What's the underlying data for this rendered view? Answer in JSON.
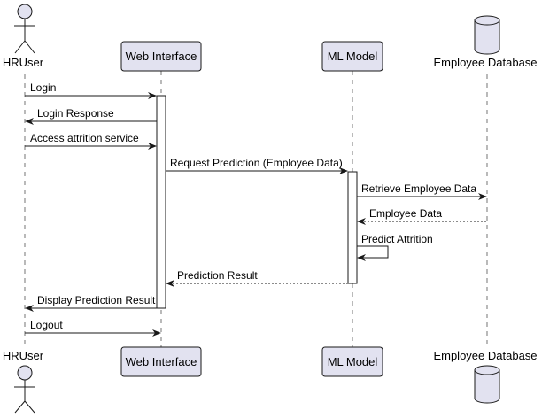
{
  "participants": [
    {
      "id": "hr",
      "label": "HRUser",
      "kind": "actor"
    },
    {
      "id": "web",
      "label": "Web Interface",
      "kind": "box"
    },
    {
      "id": "ml",
      "label": "ML Model",
      "kind": "box"
    },
    {
      "id": "db",
      "label": "Employee Database",
      "kind": "database"
    }
  ],
  "messages": [
    {
      "from": "hr",
      "to": "web",
      "label": "Login",
      "style": "solid"
    },
    {
      "from": "web",
      "to": "hr",
      "label": "Login Response",
      "style": "solid"
    },
    {
      "from": "hr",
      "to": "web",
      "label": "Access attrition service",
      "style": "solid"
    },
    {
      "from": "web",
      "to": "ml",
      "label": "Request Prediction (Employee Data)",
      "style": "solid"
    },
    {
      "from": "ml",
      "to": "db",
      "label": "Retrieve Employee Data",
      "style": "solid"
    },
    {
      "from": "db",
      "to": "ml",
      "label": "Employee Data",
      "style": "dotted"
    },
    {
      "from": "ml",
      "to": "ml",
      "label": "Predict Attrition",
      "style": "self"
    },
    {
      "from": "ml",
      "to": "web",
      "label": "Prediction Result",
      "style": "dotted"
    },
    {
      "from": "web",
      "to": "hr",
      "label": "Display Prediction Result",
      "style": "solid"
    },
    {
      "from": "hr",
      "to": "web",
      "label": "Logout",
      "style": "solid"
    }
  ],
  "colors": {
    "box_fill": "#e2e2f0",
    "box_stroke": "#181818",
    "lifeline": "#181818",
    "arrow": "#181818",
    "activation_fill": "#ffffff"
  }
}
